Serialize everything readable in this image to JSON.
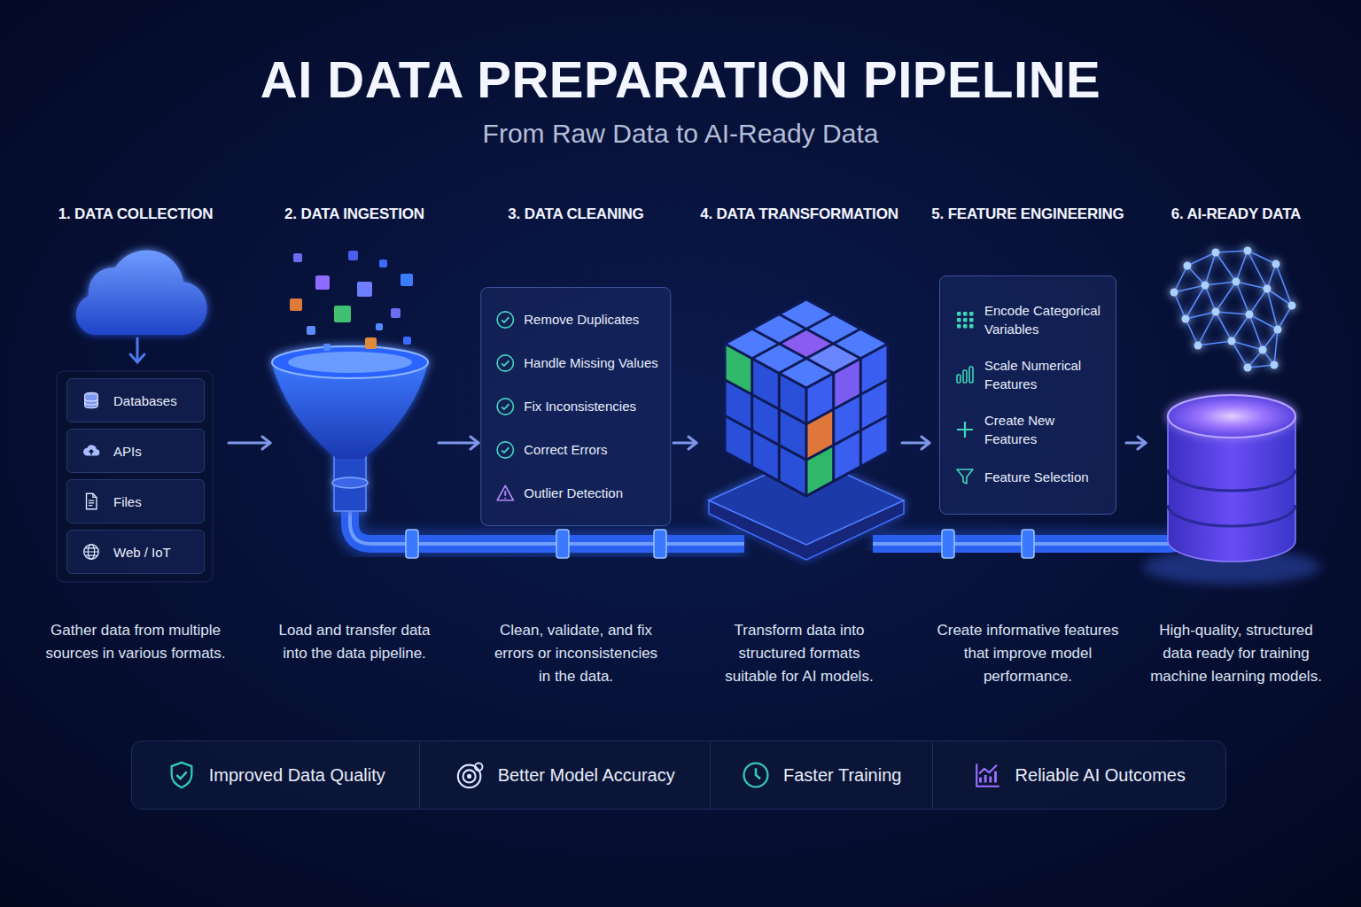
{
  "diagram": {
    "title": "AI DATA PREPARATION PIPELINE",
    "nodes": [
      {
        "text": [
          "1. DATA COLLECTION",
          "Gather data from multiple sources in various formats."
        ]
      },
      {
        "text": [
          "Databases"
        ],
        "in": 0
      },
      {
        "text": [
          "APIs"
        ],
        "in": 0
      },
      {
        "text": [
          "Files"
        ],
        "in": 0
      },
      {
        "text": [
          "Web / IoT"
        ],
        "in": 0
      },
      {
        "text": [
          "2. DATA INGESTION",
          "Load and transfer data into the data pipeline."
        ]
      },
      {
        "text": [
          "3. DATA CLEANING",
          "Clean, validate, and fix errors or inconsistencies in the data."
        ]
      },
      {
        "text": [
          "Remove Duplicates",
          "Handle Missing Values",
          "Fix Inconsistencies",
          "Correct Errors",
          "Outlier Detection"
        ],
        "in": 6
      },
      {
        "text": [
          "4. DATA TRANSFORMATION",
          "Transform data into structured formats suitable for AI models."
        ]
      },
      {
        "text": [
          "5. FEATURE ENGINEERING",
          "Create informative features that improve model performance."
        ]
      },
      {
        "text": [
          "Encode Categorical Variables",
          "Scale Numerical Features",
          "Create New Features",
          "Feature Selection"
        ],
        "in": 9
      },
      {
        "text": [
          "6. AI-READY DATA",
          "High-quality, structured data ready for training machine learning models."
        ]
      },
      {
        "text": [
          "Improved Data Quality",
          "Better Model Accuracy",
          "Faster Training",
          "Reliable AI Outcomes"
        ]
      }
    ],
    "edges": [
      {
        "from": 0,
        "to": 5,
        "arrow": "to"
      },
      {
        "from": 5,
        "to": 6,
        "arrow": "to"
      },
      {
        "from": 6,
        "to": 8,
        "arrow": "to"
      },
      {
        "from": 8,
        "to": 9,
        "arrow": "to"
      },
      {
        "from": 9,
        "to": 11,
        "arrow": "to"
      }
    ],
    "labels": [
      "From Raw Data to AI-Ready Data"
    ]
  }
}
